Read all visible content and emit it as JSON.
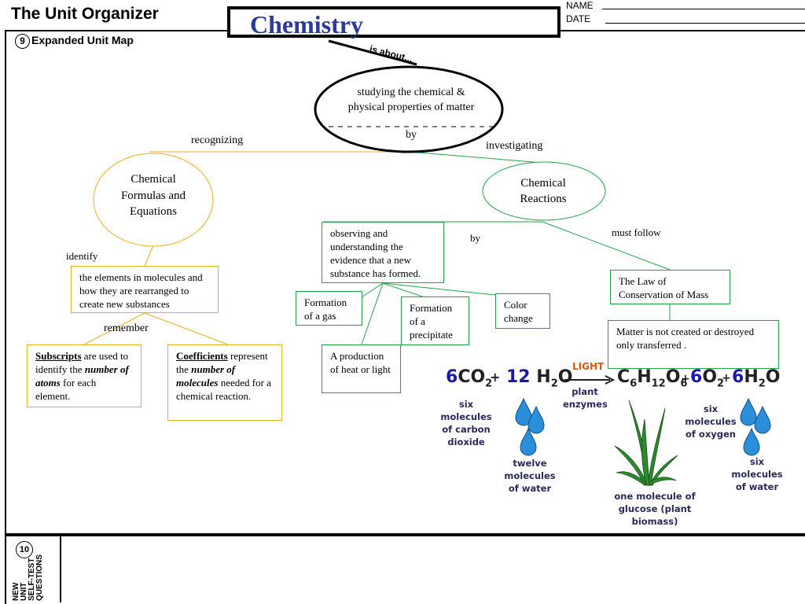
{
  "header": {
    "app_title": "The Unit Organizer",
    "subject": "Chemistry",
    "name_label": "NAME",
    "date_label": "DATE",
    "section_number": "9",
    "section_title": "Expanded Unit Map",
    "is_about": "is about..."
  },
  "map": {
    "central": "studying the chemical & physical properties of matter",
    "central_by": "by",
    "link_recognizing": "recognizing",
    "link_investigating": "investigating",
    "formulas": "Chemical Formulas and Equations",
    "reactions": "Chemical Reactions",
    "link_identify": "identify",
    "elements_box": "the elements in molecules and how they are rearranged to create new substances",
    "link_remember": "remember",
    "subscripts_head": "Subscripts",
    "subscripts_text1": " are used to identify the ",
    "subscripts_em": "number of atoms",
    "subscripts_text2": " for each element.",
    "coeff_head": "Coefficients",
    "coeff_text1": " represent the ",
    "coeff_em": "number of molecules",
    "coeff_text2": " needed for a chemical reaction.",
    "observe_box": "observing and understanding the evidence that a new substance has formed.",
    "link_by": "by",
    "link_must_follow": "must follow",
    "gas_box": "Formation of a gas",
    "heat_box": "A production of heat or light",
    "precipitate_box": "Formation of a precipitate",
    "color_box": "Color change",
    "law_box": "The Law of Conservation of Mass",
    "matter_box": "Matter is not created or destroyed only transferred ."
  },
  "equation": {
    "co2_coef": "6",
    "co2": "CO",
    "co2_sub": "2",
    "plus1": "+",
    "h2o_coef": "12",
    "h2o": "H",
    "h2o_sub": "2",
    "h2o_o": "O",
    "light": "LIGHT",
    "plant_enzymes_1": "plant",
    "plant_enzymes_2": "enzymes",
    "glucose_c": "C",
    "glucose_c_sub": "6",
    "glucose_h": "H",
    "glucose_h_sub": "12",
    "glucose_o": "O",
    "glucose_o_sub": "6",
    "plus2": "+",
    "o2_coef": "6",
    "o2": "O",
    "o2_sub": "2",
    "plus3": "+",
    "h2o2_coef": "6",
    "h2o2_h": "H",
    "h2o2_sub": "2",
    "h2o2_o": "O",
    "cap_co2": "six molecules of carbon dioxide",
    "cap_water12": "twelve molecules of water",
    "cap_glucose": "one molecule of glucose (plant biomass)",
    "cap_oxygen": "six molecules of oxygen",
    "cap_water6": "six molecules of water",
    "colors": {
      "coef": "#1a1aa8",
      "light": "#e05a10",
      "drop": "#2a8fd8"
    }
  },
  "footer": {
    "section_number": "10",
    "vertical_lines": [
      "NEW",
      "UNIT",
      "SELF-TEST",
      "QUESTIONS"
    ]
  }
}
